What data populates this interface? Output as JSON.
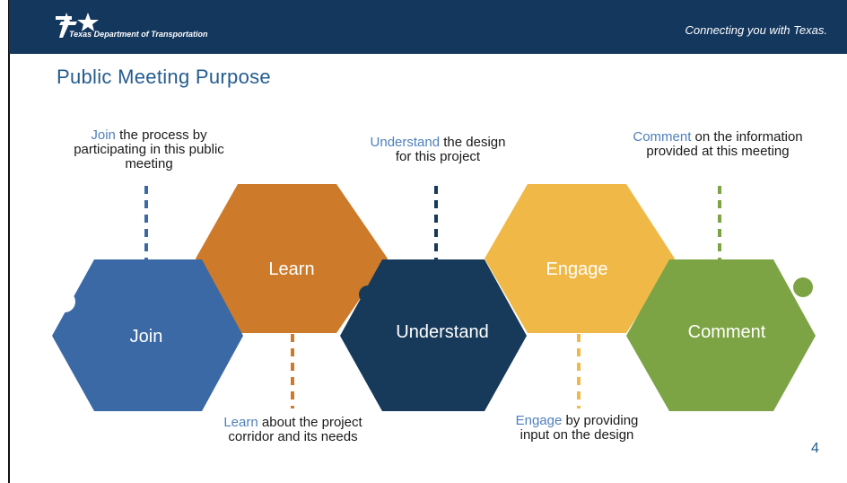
{
  "header": {
    "org_name": "Texas Department of Transportation",
    "tagline": "Connecting you with Texas."
  },
  "slide": {
    "title": "Public Meeting Purpose",
    "page_number": "4"
  },
  "pieces": [
    {
      "label": "Join",
      "color": "#3b69a6"
    },
    {
      "label": "Learn",
      "color": "#cd7b2a"
    },
    {
      "label": "Understand",
      "color": "#173a5a"
    },
    {
      "label": "Engage",
      "color": "#f0b947"
    },
    {
      "label": "Comment",
      "color": "#7da444"
    }
  ],
  "callouts": {
    "join": {
      "keyword": "Join",
      "text": " the process by participating in this public meeting"
    },
    "learn": {
      "keyword": "Learn",
      "text": " about the project corridor and its needs"
    },
    "understand": {
      "keyword": "Understand",
      "text": " the design for this project"
    },
    "engage": {
      "keyword": "Engage",
      "text": " by providing input on the design"
    },
    "comment": {
      "keyword": "Comment",
      "text": " on the information provided at this meeting"
    }
  },
  "colors": {
    "header": "#14375e",
    "title": "#245c90",
    "keyword": "#4f80bd"
  },
  "icons": {
    "logo": "txdot-star-logo-icon"
  }
}
